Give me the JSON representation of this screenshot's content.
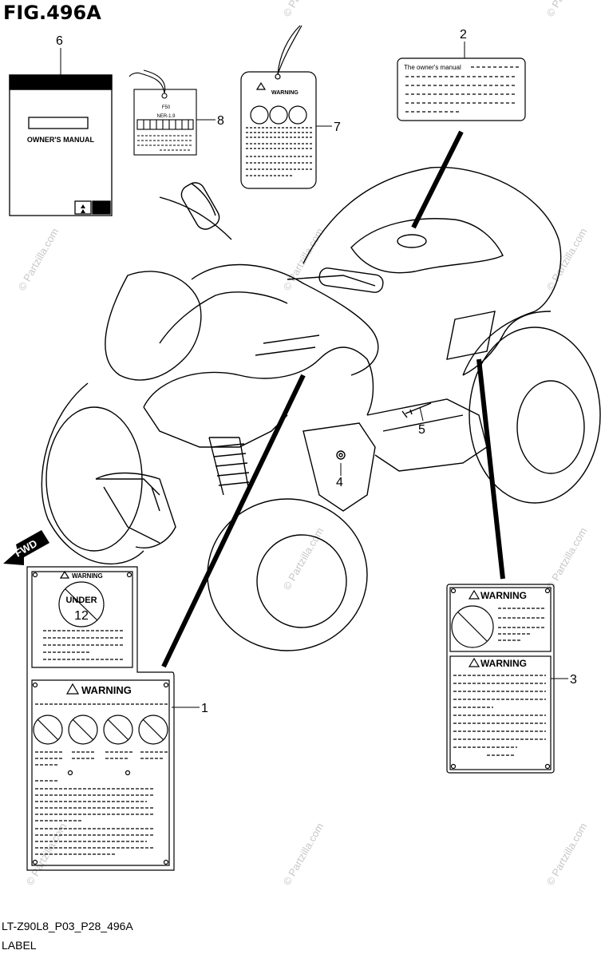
{
  "figure": {
    "title": "FIG.496A",
    "code": "LT-Z90L8_P03_P28_496A",
    "section": "LABEL"
  },
  "callouts": [
    "1",
    "2",
    "3",
    "4",
    "5",
    "6",
    "7",
    "8"
  ],
  "labels": {
    "owners_manual": "OWNER'S MANUAL",
    "owners_manual_sticker": "The owner's manual",
    "warning": "WARNING",
    "under": "UNDER",
    "age": "12",
    "fwd": "FWD",
    "tag_line_1": "F50",
    "tag_line_2": "NER-1.9"
  },
  "watermark": "© Partzilla.com",
  "colors": {
    "line": "#000000",
    "watermark": "#c8c8c8",
    "background": "#ffffff"
  }
}
